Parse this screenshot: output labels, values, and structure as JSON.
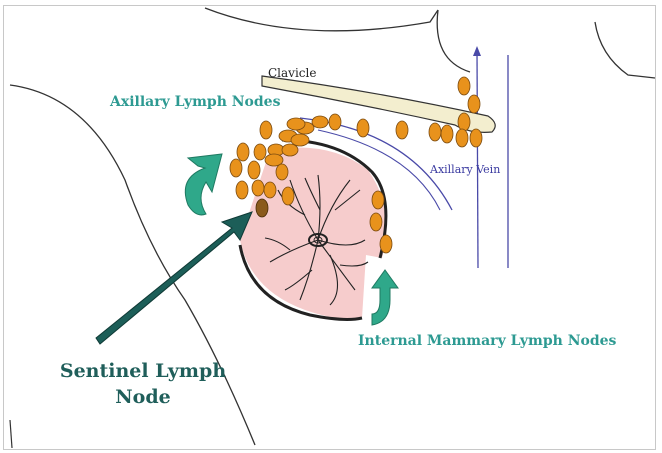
{
  "labels": {
    "clavicle": "Clavicle",
    "axillary_lymph_nodes": "Axillary Lymph Nodes",
    "axillary_vein": "Axillary Vein",
    "internal_mammary_lymph_nodes": "Internal Mammary Lymph Nodes",
    "sentinel_lymph_node": "Sentinel Lymph Node"
  },
  "colors": {
    "lymph_node": "#e8921c",
    "sentinel_node": "#8a5a1c",
    "breast_fill": "#f6cccc",
    "teal_arrow": "#2fa88a",
    "dark_arrow": "#1c5e58",
    "vein": "#3a3aa0",
    "clavicle_fill": "#f3eecf"
  }
}
